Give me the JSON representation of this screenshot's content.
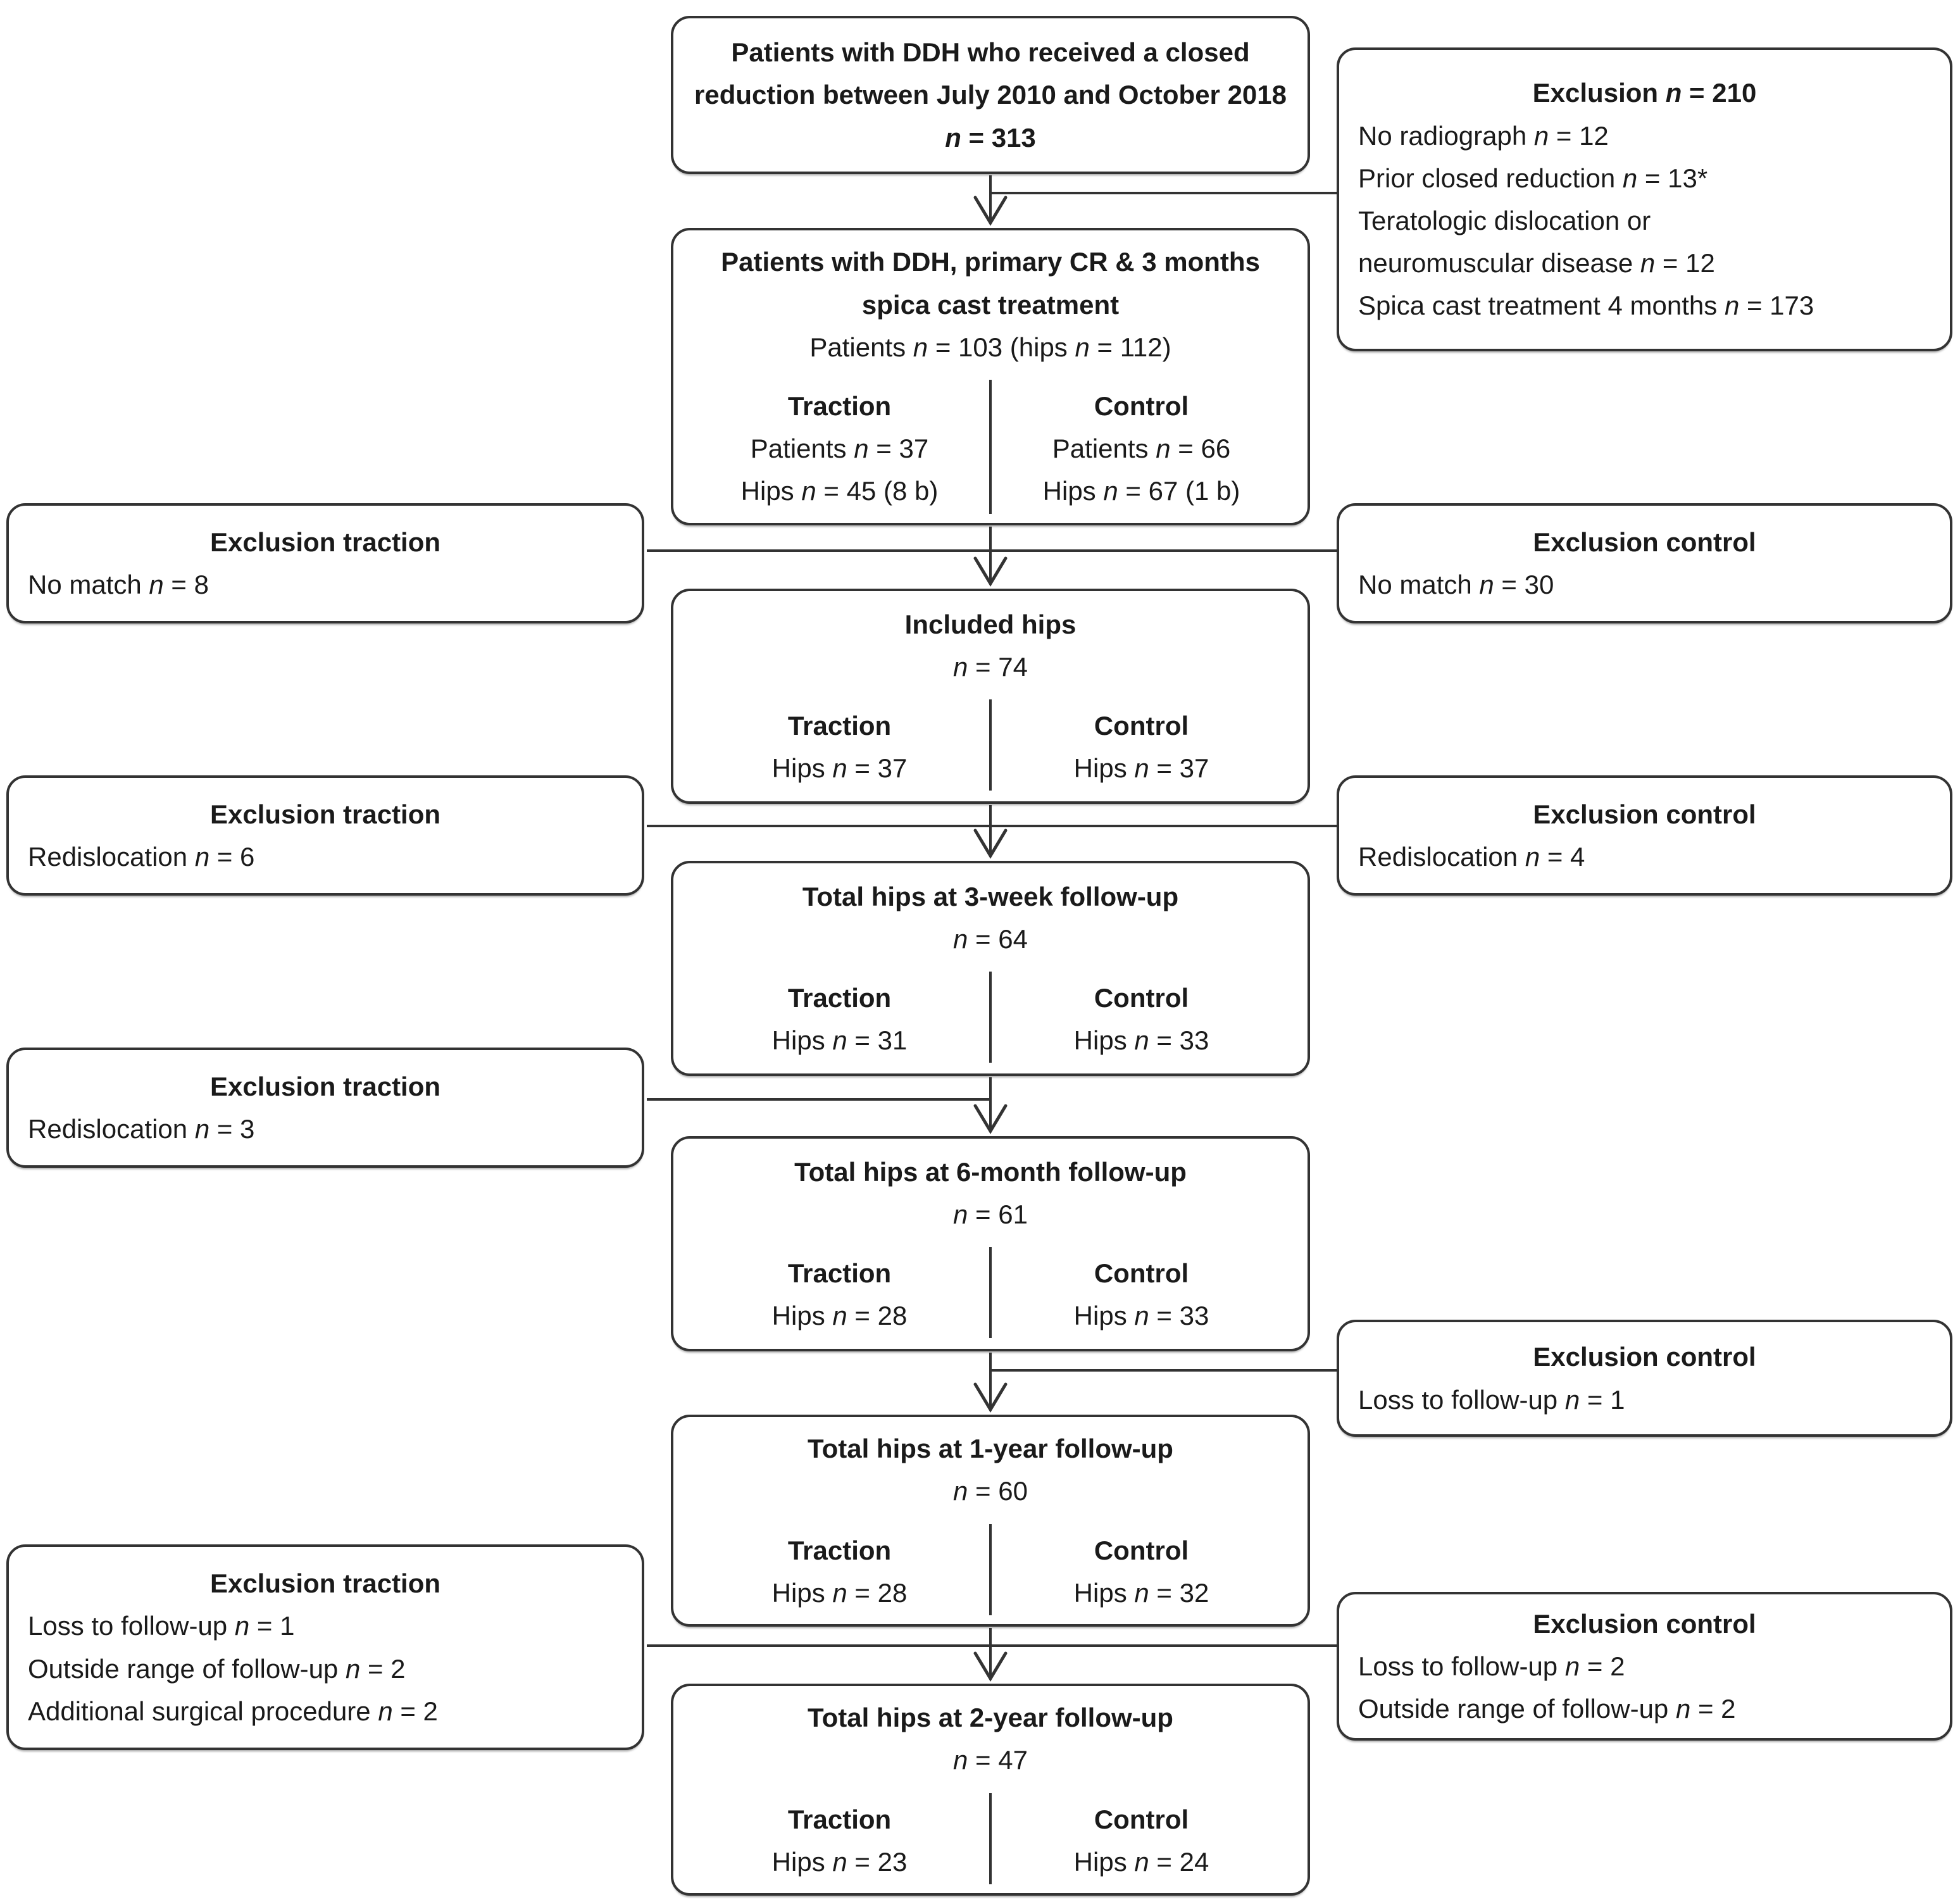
{
  "palette": {
    "line_color": "#333333",
    "text_color": "#1a1a1a",
    "box_background": "#ffffff"
  },
  "flow": {
    "enrollment": {
      "title": "Patients with DDH who received a closed reduction between July 2010 and October 2018 n = 313"
    },
    "exclusion_initial": {
      "title": "Exclusion n = 210",
      "items": [
        "No radiograph n = 12",
        "Prior closed reduction n = 13*",
        "Teratologic dislocation or",
        "neuromuscular disease n = 12",
        "Spica cast treatment 4 months n = 173"
      ]
    },
    "cohort": {
      "title": "Patients with DDH, primary CR & 3 months spica cast treatment",
      "patients_line": "Patients n = 103 (hips n = 112)",
      "traction_label": "Traction",
      "traction_lines": [
        "Patients n = 37",
        "Hips n = 45 (8 b)"
      ],
      "control_label": "Control",
      "control_lines": [
        "Patients n = 66",
        "Hips n = 67 (1 b)"
      ]
    },
    "excl_traction_match": {
      "title": "Exclusion traction",
      "items": [
        "No match n = 8"
      ]
    },
    "excl_control_match": {
      "title": "Exclusion control",
      "items": [
        "No match n = 30"
      ]
    },
    "included": {
      "title": "Included hips",
      "n_line": "n = 74",
      "traction_label": "Traction",
      "traction_line": "Hips n = 37",
      "control_label": "Control",
      "control_line": "Hips n = 37"
    },
    "excl_traction_redis6": {
      "title": "Exclusion traction",
      "items": [
        "Redislocation n = 6"
      ]
    },
    "excl_control_redis4": {
      "title": "Exclusion control",
      "items": [
        "Redislocation n = 4"
      ]
    },
    "week3": {
      "title": "Total hips at 3-week follow-up",
      "n_line": "n = 64",
      "traction_label": "Traction",
      "traction_line": "Hips n = 31",
      "control_label": "Control",
      "control_line": "Hips n = 33"
    },
    "excl_traction_redis3": {
      "title": "Exclusion traction",
      "items": [
        "Redislocation n = 3"
      ]
    },
    "month6": {
      "title": "Total hips at 6-month follow-up",
      "n_line": "n = 61",
      "traction_label": "Traction",
      "traction_line": "Hips n = 28",
      "control_label": "Control",
      "control_line": "Hips n = 33"
    },
    "excl_control_loss1": {
      "title": "Exclusion control",
      "items": [
        "Loss to follow-up n = 1"
      ]
    },
    "year1": {
      "title": "Total hips at 1-year follow-up",
      "n_line": "n = 60",
      "traction_label": "Traction",
      "traction_line": "Hips n = 28",
      "control_label": "Control",
      "control_line": "Hips n = 32"
    },
    "excl_traction_final": {
      "title": "Exclusion traction",
      "items": [
        "Loss to follow-up n = 1",
        "Outside range of follow-up n = 2",
        "Additional surgical procedure n = 2"
      ]
    },
    "excl_control_final": {
      "title": "Exclusion control",
      "items": [
        "Loss to follow-up n = 2",
        "Outside range of follow-up n = 2"
      ]
    },
    "year2": {
      "title": "Total hips at 2-year follow-up",
      "n_line": "n = 47",
      "traction_label": "Traction",
      "traction_line": "Hips n = 23",
      "control_label": "Control",
      "control_line": "Hips n = 24"
    }
  }
}
